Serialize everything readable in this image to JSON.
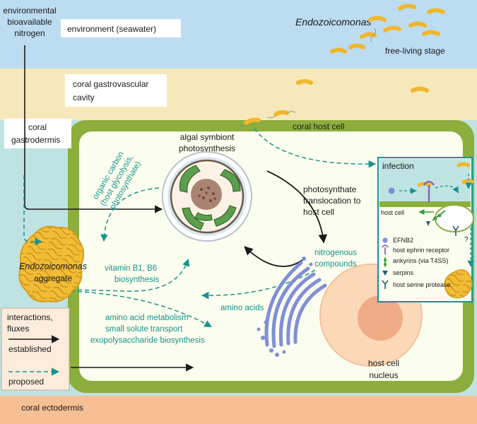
{
  "zones": {
    "environment": "environment (seawater)",
    "gastrovascular": [
      "coral gastrovascular",
      "cavity"
    ],
    "gastrodermis": [
      "coral",
      "gastrodermis"
    ],
    "ectodermis": "coral ectodermis",
    "host_cell": "coral host cell"
  },
  "nitrogen_source": [
    "environmental",
    "bioavailable",
    "nitrogen"
  ],
  "bacteria": {
    "name": "Endozoicomonas",
    "free_living": "free-living stage",
    "aggregate": [
      "Endozoicomonas",
      "aggregate"
    ]
  },
  "symbiont": [
    "algal symbiont",
    "photosynthesis"
  ],
  "organic_carbon": [
    "organic carbon",
    "(host glycolysis,",
    "photosynthate)"
  ],
  "translocation": [
    "photosynthate",
    "translocation to",
    "host cell"
  ],
  "nitrogenous": [
    "nitrogenous",
    "compounds"
  ],
  "vitamins": [
    "vitamin B1, B6",
    "biosynthesis"
  ],
  "amino_acids": "amino acids",
  "functions": [
    "amino acid metabolism",
    "small solute transport",
    "exopolysaccharide biosynthesis"
  ],
  "nucleus": [
    "host cell",
    "nucleus"
  ],
  "legend": {
    "title": [
      "interactions,",
      "fluxes"
    ],
    "established": "established",
    "proposed": "proposed"
  },
  "infection": {
    "title": "infection",
    "host_cell": "host cell",
    "question": "?",
    "items": [
      "EFNB2",
      "host ephrin receptor",
      "ankyrins (via T4SS)",
      "serpins",
      "host serine protease"
    ]
  },
  "colors": {
    "seawater": "#bcdcf2",
    "cavity": "#f7e8bb",
    "tissue": "#bfe3e1",
    "ectodermis": "#f6bf94",
    "membrane": "#8bae3c",
    "cytoplasm": "#fbfdee",
    "bacteria": "#f0b72c",
    "teal": "#16938f",
    "golgi": "#7f8fd6"
  }
}
